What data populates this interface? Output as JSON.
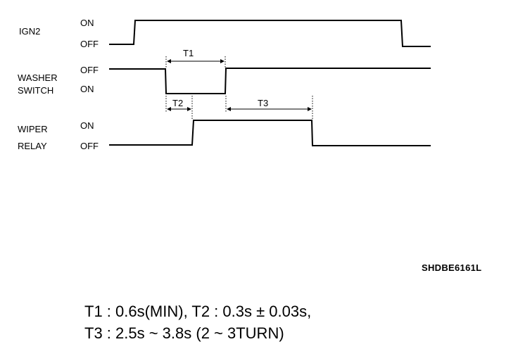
{
  "signals": [
    {
      "name": "IGN2",
      "states": [
        "ON",
        "OFF"
      ]
    },
    {
      "name": [
        "WASHER",
        "SWITCH"
      ],
      "states": [
        "OFF",
        "ON"
      ]
    },
    {
      "name": [
        "WIPER",
        "RELAY"
      ],
      "states": [
        "ON",
        "OFF"
      ]
    }
  ],
  "intervals": [
    "T1",
    "T2",
    "T3"
  ],
  "reference": "SHDBE6161L",
  "formula": {
    "line1": "T1 : 0.6s(MIN), T2 : 0.3s ± 0.03s,",
    "line2": "T3 : 2.5s ~ 3.8s (2 ~ 3TURN)"
  },
  "colors": {
    "ink": "#000000",
    "background": "#ffffff"
  }
}
